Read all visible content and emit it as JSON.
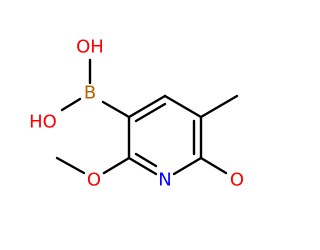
{
  "molecule": {
    "atoms": {
      "oh_top": "OH",
      "oh_left": "HO",
      "boron": "B",
      "nitrogen": "N",
      "oxygen_left": "O",
      "oxygen_right": "O"
    }
  },
  "colors": {
    "bond": "#000000",
    "oxygen": "#ff0000",
    "nitrogen": "#0000ff",
    "boron": "#b46400"
  }
}
